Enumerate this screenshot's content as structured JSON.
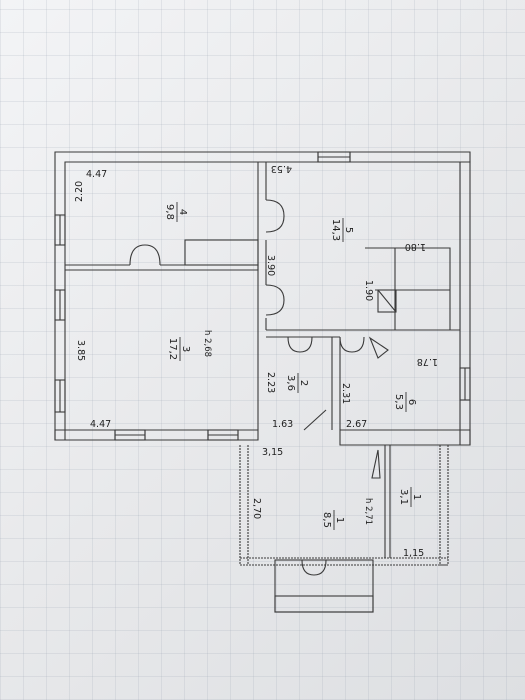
{
  "rooms": [
    {
      "number": "1",
      "area": "8,5"
    },
    {
      "number": "2",
      "area": "3,6"
    },
    {
      "number": "3",
      "area": "17,2"
    },
    {
      "number": "4",
      "area": "9,8"
    },
    {
      "number": "5",
      "area": "14,3"
    },
    {
      "number": "6",
      "area": "5,3"
    },
    {
      "number": "1",
      "area": "3,1"
    }
  ],
  "ceiling_heights": [
    "h 2,68",
    "h 2,71"
  ],
  "dimensions": {
    "room4_top": "4.47",
    "room4_side": "2.20",
    "room5_top": "4.53",
    "room5_mid": "1.80",
    "room5_inner": "1.90",
    "room34_partition": "3.90",
    "room3_side": "3.85",
    "room3_bottom": "4.47",
    "room6_top": "1.78",
    "room6_side": "2.31",
    "room6_bottom": "2.67",
    "room2_side": "2.23",
    "room2_bottom": "1.63",
    "veranda_top": "3,15",
    "veranda_side": "2,70",
    "veranda_bottom": "1,15"
  }
}
